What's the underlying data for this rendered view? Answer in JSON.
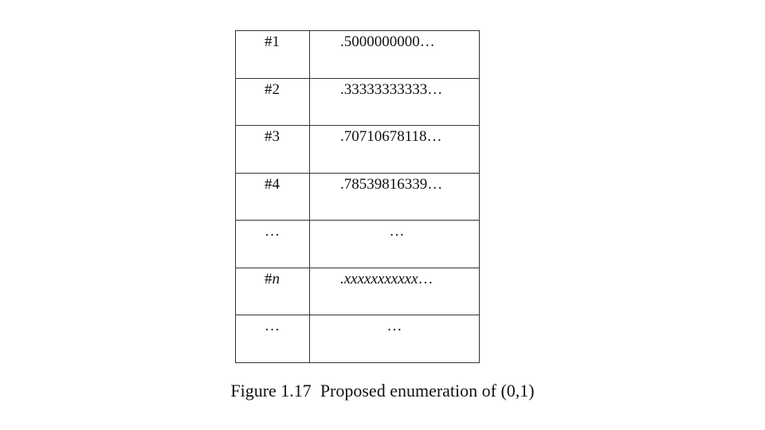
{
  "table": {
    "rows": [
      {
        "index": "#1",
        "value": ".5000000000…"
      },
      {
        "index": "#2",
        "value": ".33333333333…"
      },
      {
        "index": "#3",
        "value": ".70710678118…"
      },
      {
        "index": "#4",
        "value": ".78539816339…"
      },
      {
        "index": "…",
        "value": "…"
      },
      {
        "index_prefix": "#",
        "index_var": "n",
        "value_var": ".xxxxxxxxxxx",
        "value_suffix": "…"
      },
      {
        "index": "…",
        "value": "…"
      }
    ]
  },
  "caption": {
    "label": "Figure 1.17",
    "text": "Proposed enumeration of (0,1)"
  }
}
